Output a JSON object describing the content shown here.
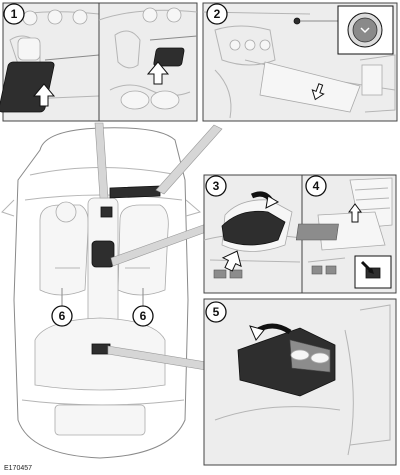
{
  "figure_code": "E170457",
  "callouts": {
    "step1": "1",
    "step2": "2",
    "step3": "3",
    "step4": "4",
    "step5": "5",
    "cupholder_left": "6",
    "cupholder_right": "6"
  },
  "icons": [
    "arrow-up-icon",
    "arrow-down-icon",
    "curved-arrow-icon",
    "pointer-line"
  ]
}
